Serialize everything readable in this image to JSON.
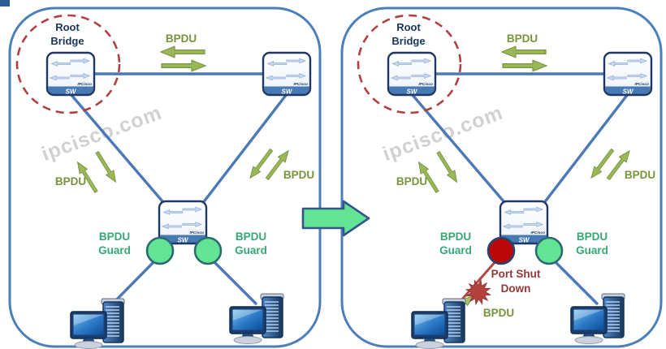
{
  "watermark": "ipcisco.com",
  "colors": {
    "panel_border": "#4C7FBA",
    "link_line": "#4A79B5",
    "switch_border": "#1F3864",
    "switch_bar": "#4779B5",
    "switch_arrow_fill": "#C9D8F0",
    "root_bridge_text": "#17365D",
    "dashed_circle": "#AF4140",
    "bpdu_text": "#77933C",
    "bpdu_arrow": "#9BB859",
    "bpdu_guard_text": "#35A873",
    "port_circle_ok": "#63E495",
    "port_circle_shut": "#BB0607",
    "port_shut_text": "#953735",
    "attack_line": "#B04846",
    "starburst": "#B5413C",
    "transition_arrow": "#63E495",
    "watermark_gray": "#C9C9C9"
  },
  "icons": {
    "switch-icon": "rounded box with four lan arrows and SW bar",
    "computer-icon": "desktop pc with monitor and tower",
    "transition-arrow-icon": "large green right arrow between panels",
    "starburst-icon": "red collision burst",
    "root-bridge-marker": "dashed red circle"
  },
  "panels": {
    "left": {
      "root_bridge": {
        "line1": "Root",
        "line2": "Bridge"
      },
      "bpdu_top_label": "BPDU",
      "bpdu_left_label": "BPDU",
      "bpdu_right_label": "BPDU",
      "bpdu_guard_left": {
        "line1": "BPDU",
        "line2": "Guard"
      },
      "bpdu_guard_right": {
        "line1": "BPDU",
        "line2": "Guard"
      },
      "switch_label": "SW",
      "switch_brand": "IPCisco",
      "watermark": "ipcisco.com"
    },
    "right": {
      "root_bridge": {
        "line1": "Root",
        "line2": "Bridge"
      },
      "bpdu_top_label": "BPDU",
      "bpdu_left_label": "BPDU",
      "bpdu_right_label": "BPDU",
      "bpdu_guard_left": {
        "line1": "BPDU",
        "line2": "Guard"
      },
      "bpdu_guard_right": {
        "line1": "BPDU",
        "line2": "Guard"
      },
      "switch_label": "SW",
      "switch_brand": "IPCisco",
      "port_shut_down": {
        "line1": "Port Shut",
        "line2": "Down"
      },
      "bpdu_attack_label": "BPDU",
      "watermark": "ipcisco.com"
    }
  }
}
